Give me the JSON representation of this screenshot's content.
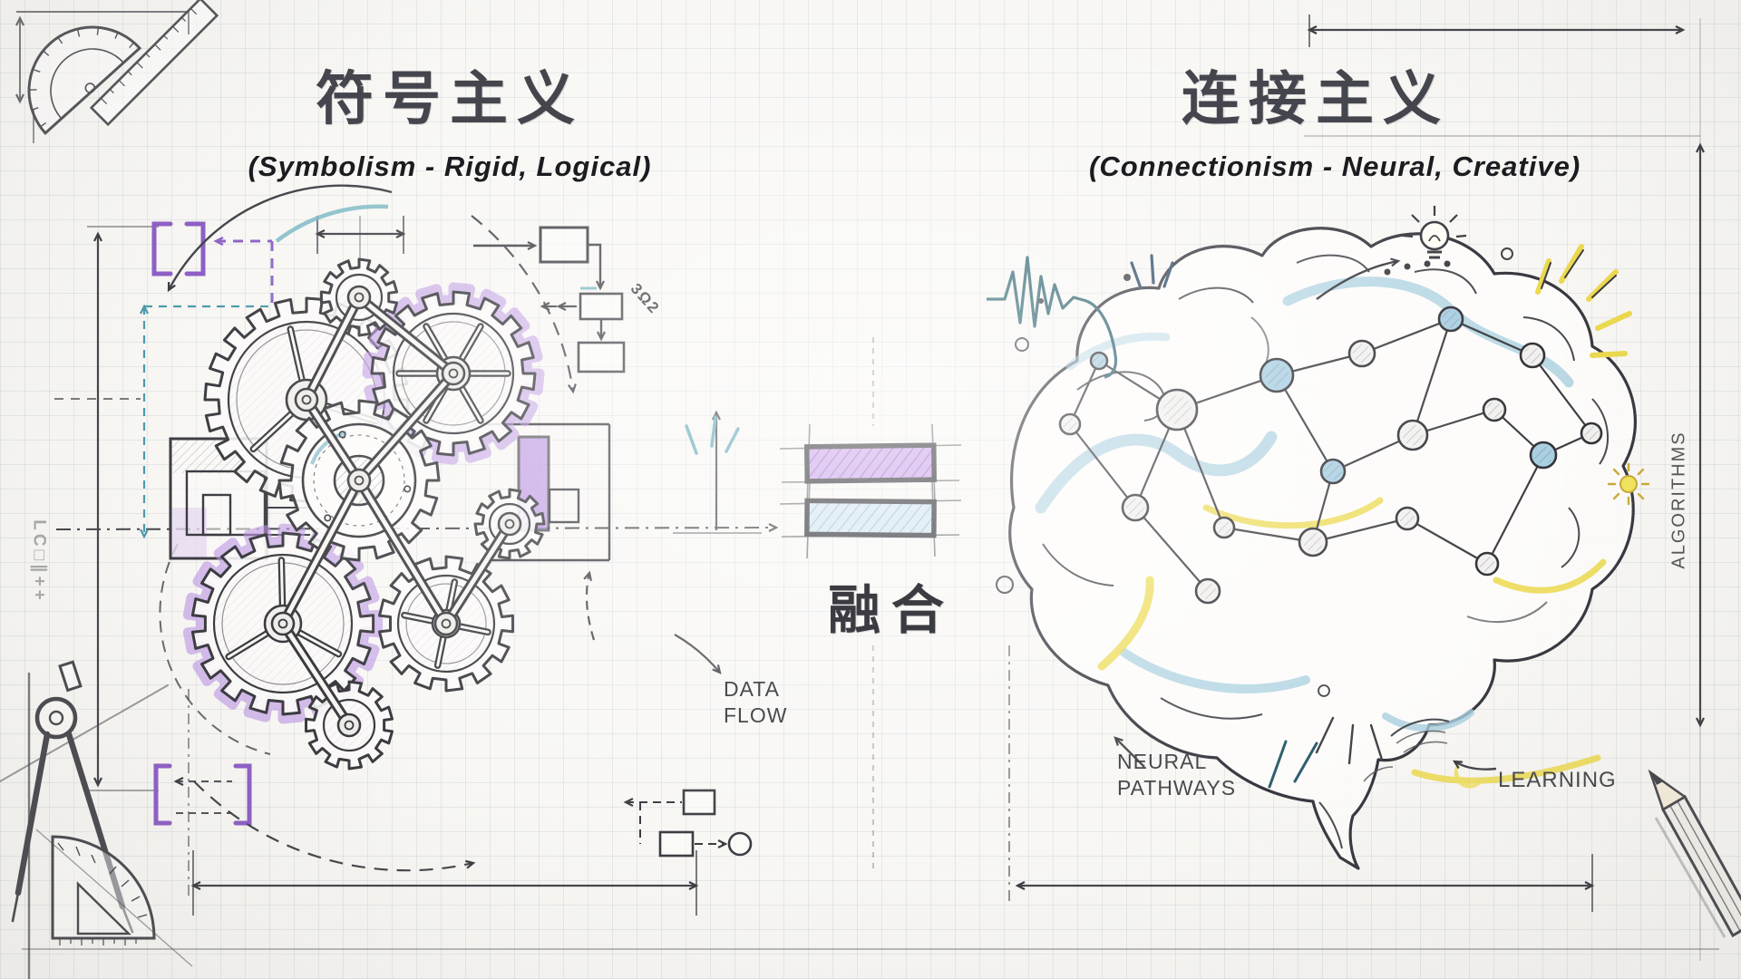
{
  "left_panel": {
    "title": "符号主义",
    "subtitle": "(Symbolism - Rigid, Logical)",
    "data_flow_line1": "DATA",
    "data_flow_line2": "FLOW",
    "gear_annotation": "3Ω2",
    "margin_scribble": "LC□∥++"
  },
  "center": {
    "fusion_label": "融合"
  },
  "right_panel": {
    "title": "连接主义",
    "subtitle": "(Connectionism - Neural, Creative)",
    "neural_line1": "NEURAL",
    "neural_line2": "PATHWAYS",
    "learning_label": "LEARNING",
    "algorithms_label": "ALGORITHMS"
  },
  "style": {
    "paper_color": "#f8f7f4",
    "ink_color": "#3c3c42",
    "accent_purple": "#bb93e3",
    "equals_purple_fill": "#c9a2e6",
    "equals_blue_fill": "#cfe3ef",
    "accent_teal": "#5fa8b8",
    "accent_yellow": "#ecd94e"
  }
}
